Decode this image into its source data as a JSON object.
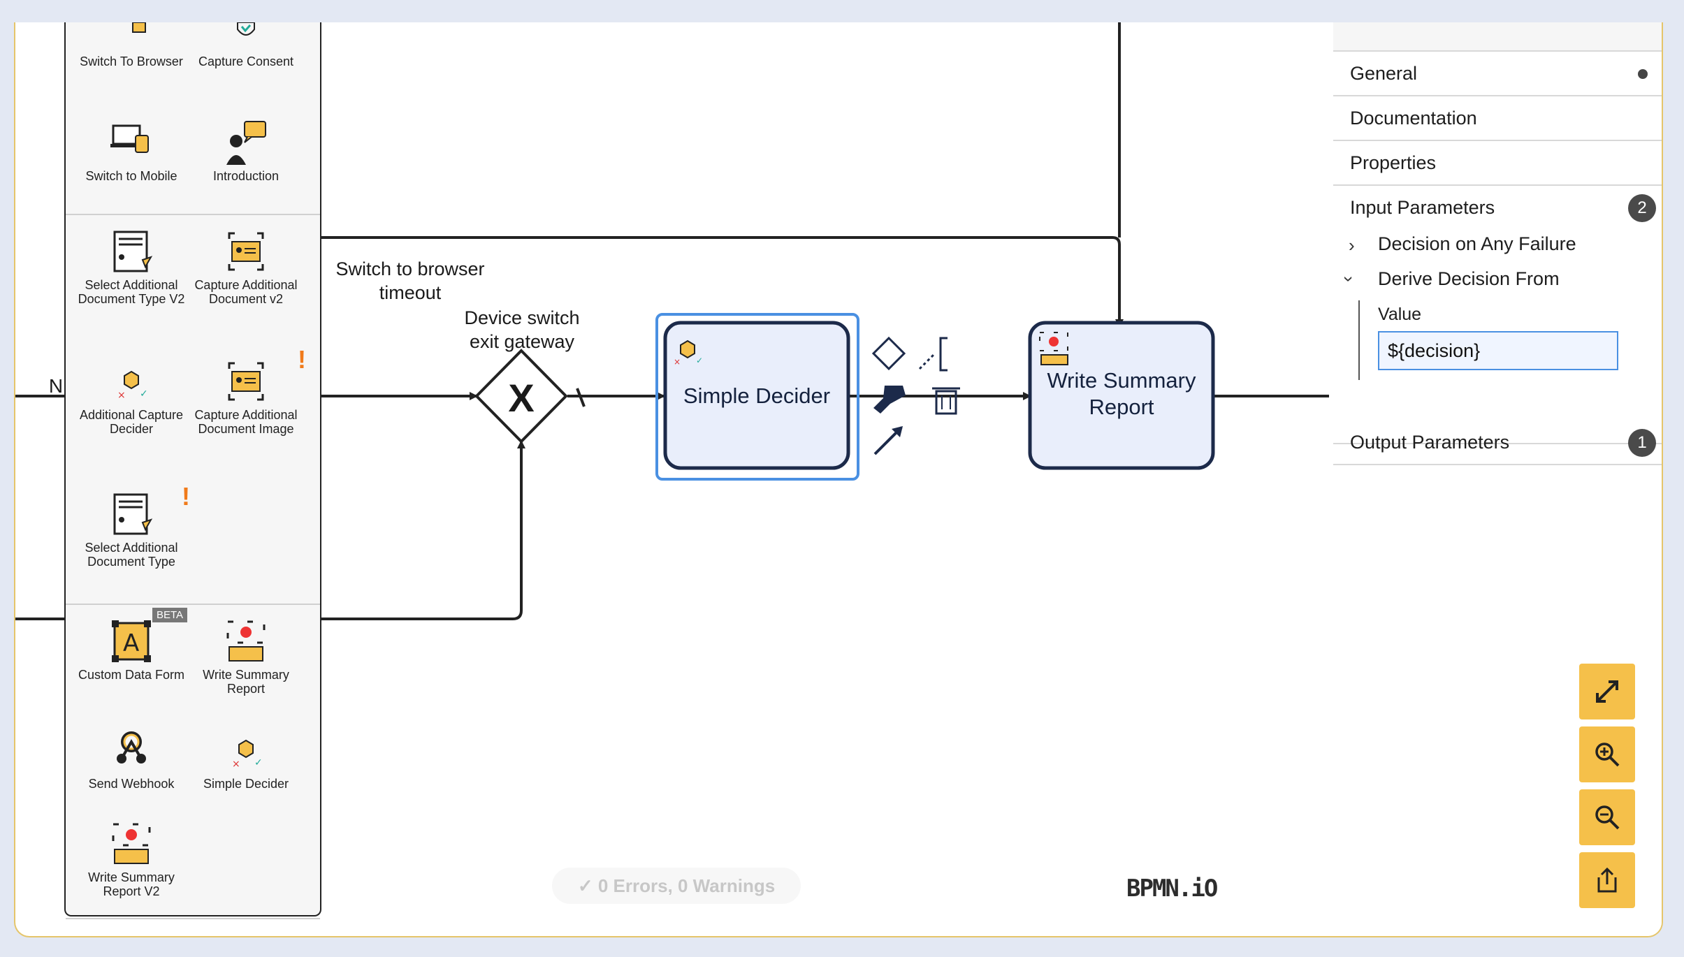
{
  "palette": {
    "group1": [
      {
        "label": "Switch To Browser",
        "icon": "browser-switch-icon"
      },
      {
        "label": "Capture Consent",
        "icon": "consent-shield-icon"
      },
      {
        "label": "Switch to Mobile",
        "icon": "mobile-switch-icon"
      },
      {
        "label": "Introduction",
        "icon": "person-chat-icon"
      }
    ],
    "group2": [
      {
        "label": "Select Additional Document Type V2",
        "icon": "document-select-icon"
      },
      {
        "label": "Capture Additional Document v2",
        "icon": "id-card-capture-icon"
      },
      {
        "label": "Additional Capture Decider",
        "icon": "decider-icon"
      },
      {
        "label": "Capture Additional Document Image",
        "icon": "id-card-capture-icon"
      },
      {
        "label": "Select Additional Document Type",
        "icon": "document-select-icon"
      }
    ],
    "group3": [
      {
        "label": "Custom Data Form",
        "icon": "form-a-icon"
      },
      {
        "label": "Write Summary Report",
        "icon": "summary-record-icon"
      },
      {
        "label": "Send Webhook",
        "icon": "webhook-icon"
      },
      {
        "label": "Simple Decider",
        "icon": "decider-icon"
      },
      {
        "label": "Write Summary Report V2",
        "icon": "summary-record-icon"
      }
    ],
    "beta_badge": "BETA",
    "warning_mark": "!"
  },
  "diagram": {
    "flow_label_timeout": "Switch to browser\ntimeout",
    "gateway_label": "Device switch\nexit gateway",
    "gateway_marker": "X",
    "task_simple_decider": "Simple Decider",
    "task_write_summary": "Write Summary\nReport",
    "cut_letter": "N"
  },
  "properties": {
    "general": "General",
    "documentation": "Documentation",
    "properties": "Properties",
    "input_parameters": "Input Parameters",
    "input_count": "2",
    "decision_on_failure": "Decision on Any Failure",
    "derive_decision": "Derive Decision From",
    "value_label": "Value",
    "value": "${decision}",
    "output_parameters": "Output Parameters",
    "output_count": "1"
  },
  "status": {
    "text": "0 Errors, 0 Warnings"
  },
  "logo": "BPMN.iO",
  "colors": {
    "accent_orange": "#f5c04a",
    "selection_blue": "#4a90e2",
    "task_fill": "#e9eefb",
    "task_stroke": "#1c2a4a"
  }
}
